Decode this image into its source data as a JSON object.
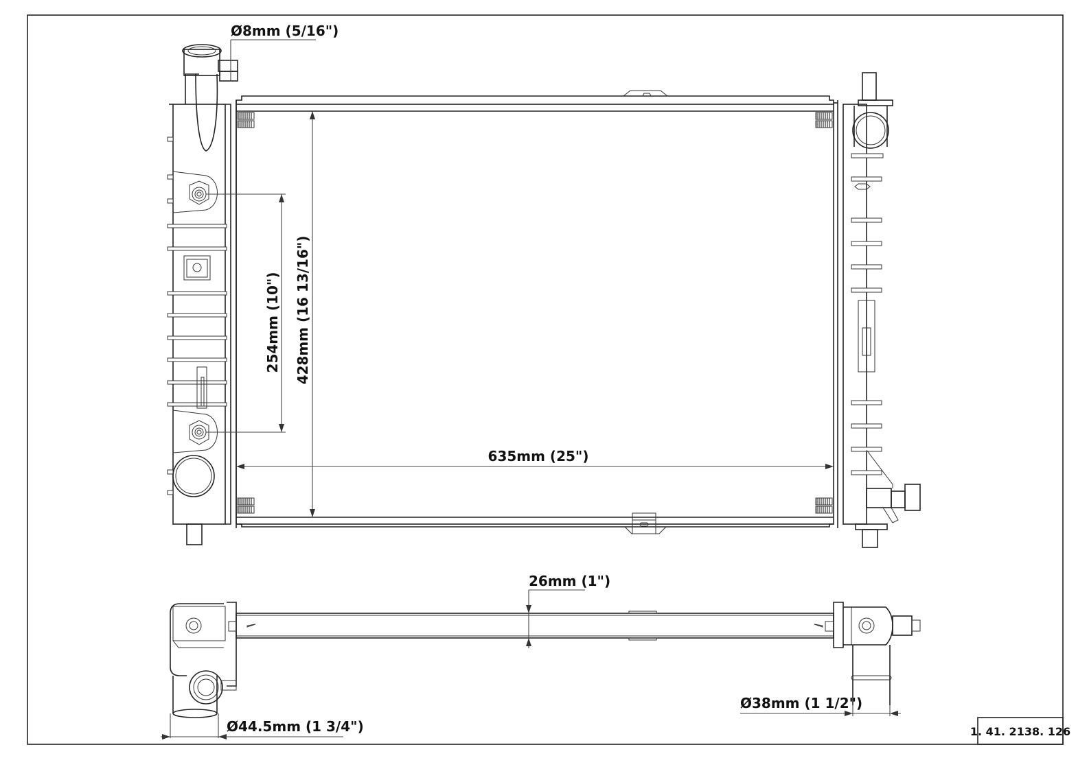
{
  "drawing": {
    "title": "Radiator technical drawing",
    "part_number": "1. 41. 2138. 126",
    "views": [
      "front-view",
      "top-view"
    ]
  },
  "dimensions": {
    "bleed_fitting": "Ø8mm (5/16\")",
    "port_spacing": "254mm (10\")",
    "core_height": "428mm (16 13/16\")",
    "core_width": "635mm (25\")",
    "core_thickness": "26mm (1\")",
    "inlet_diameter": "Ø44.5mm (1 3/4\")",
    "outlet_diameter": "Ø38mm (1 1/2\")"
  },
  "colors": {
    "line": "#222222",
    "background": "#ffffff"
  }
}
